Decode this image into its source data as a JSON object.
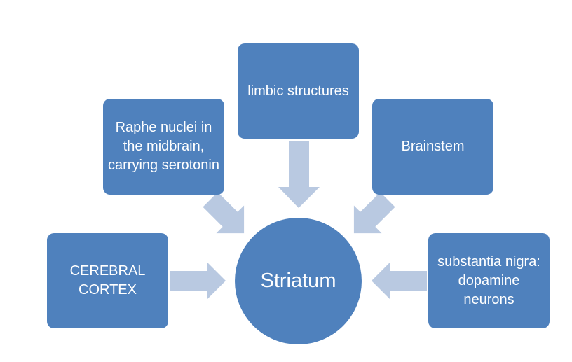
{
  "center": {
    "label": "Striatum"
  },
  "inputs": [
    {
      "label": "Raphe nuclei in the midbrain, carrying serotonin"
    },
    {
      "label": "limbic structures"
    },
    {
      "label": "Brainstem"
    },
    {
      "label": "CEREBRAL CORTEX"
    },
    {
      "label": "substantia nigra: dopamine neurons"
    }
  ],
  "colors": {
    "node_fill": "#4f81bd",
    "arrow_fill": "#b9c9e1",
    "text": "#ffffff"
  }
}
